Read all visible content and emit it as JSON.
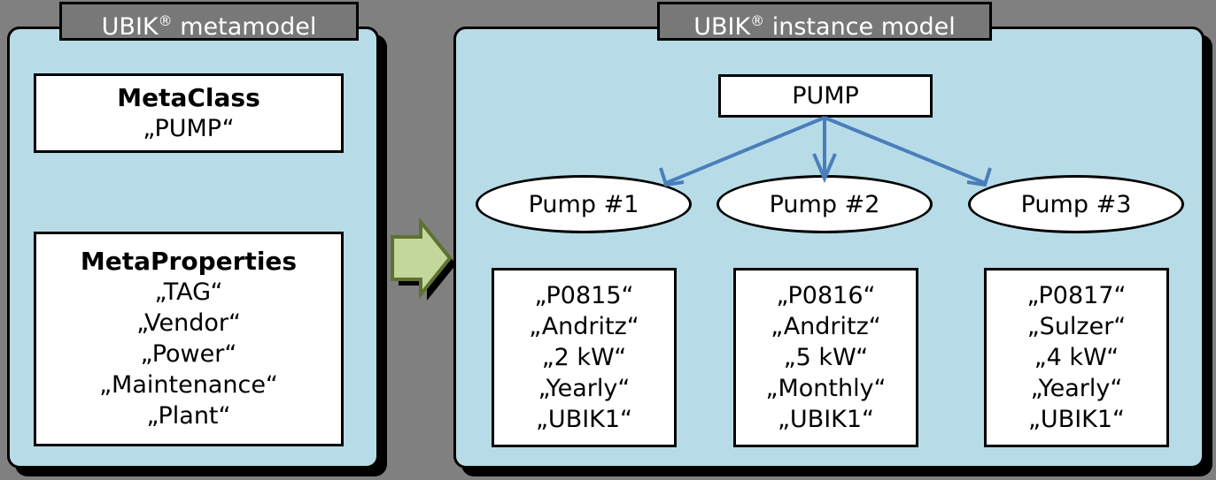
{
  "colors": {
    "background": "#808080",
    "panel_fill": "#B7DCE8",
    "panel_border": "#000000",
    "title_bar": "#787878",
    "title_text": "#FFFFFF",
    "box_fill": "#FFFFFF",
    "connector_blue": "#4A7EBB",
    "transform_arrow_fill": "#C3D69B",
    "transform_arrow_border": "#5E7230"
  },
  "metamodel": {
    "title_main": "UBIK",
    "title_sup": "®",
    "title_rest": " metamodel",
    "metaclass": {
      "heading": "MetaClass",
      "value": "„PUMP“"
    },
    "metaproperties": {
      "heading": "MetaProperties",
      "items": [
        "„TAG“",
        "„Vendor“",
        "„Power“",
        "„Maintenance“",
        "„Plant“"
      ]
    }
  },
  "transform_arrow": {
    "label": "transforms-to-arrow"
  },
  "instancemodel": {
    "title_main": "UBIK",
    "title_sup": "®",
    "title_rest": " instance model",
    "root": "PUMP",
    "instances": [
      {
        "name": "Pump #1",
        "properties": [
          "„P0815“",
          "„Andritz“",
          "„2 kW“",
          "„Yearly“",
          "„UBIK1“"
        ]
      },
      {
        "name": "Pump #2",
        "properties": [
          "„P0816“",
          "„Andritz“",
          "„5 kW“",
          "„Monthly“",
          "„UBIK1“"
        ]
      },
      {
        "name": "Pump #3",
        "properties": [
          "„P0817“",
          "„Sulzer“",
          "„4 kW“",
          "„Yearly“",
          "„UBIK1“"
        ]
      }
    ]
  }
}
